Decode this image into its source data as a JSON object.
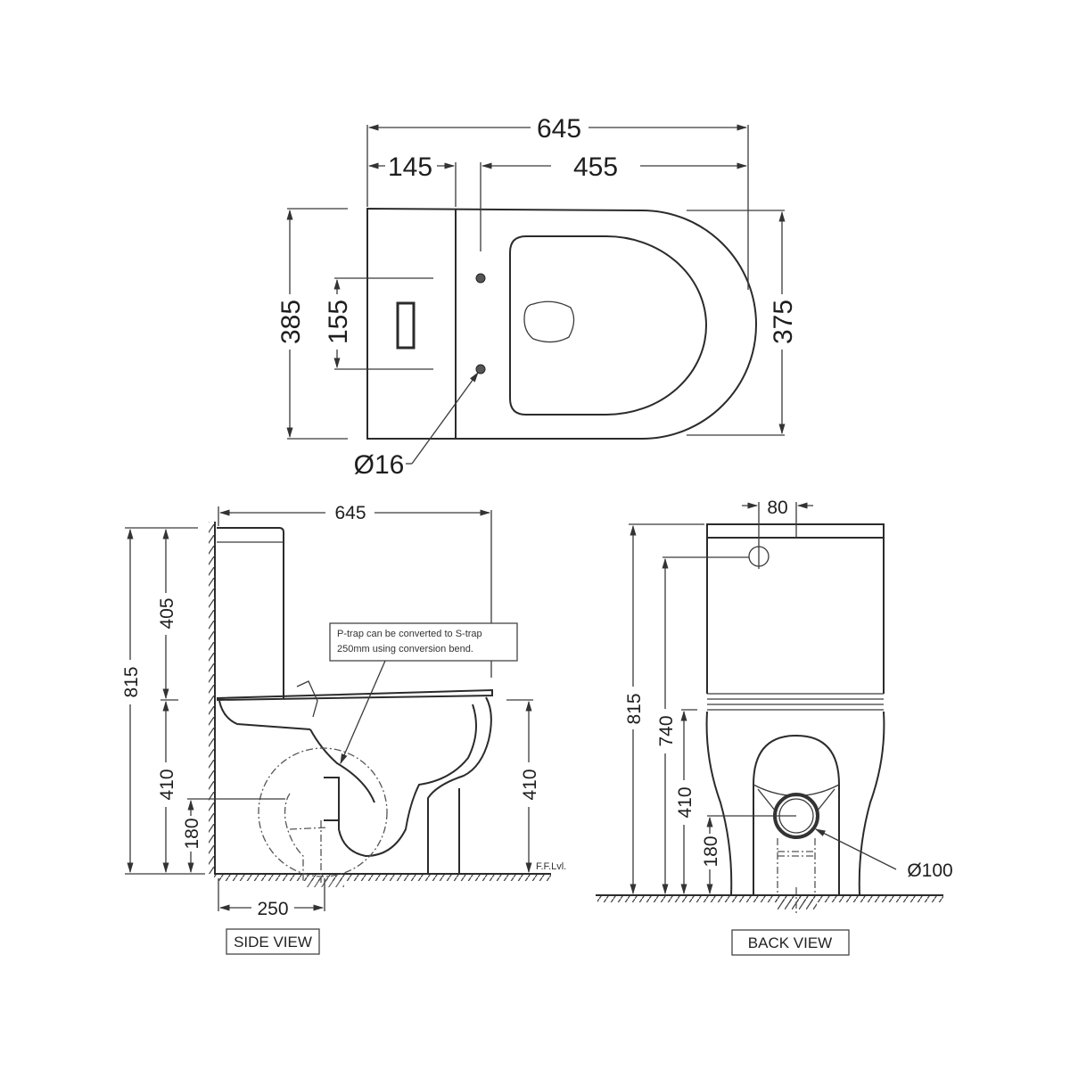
{
  "top_view": {
    "overall_length": "645",
    "tank_depth": "145",
    "hole_to_front": "455",
    "overall_width": "385",
    "hole_spacing": "155",
    "bowl_width": "375",
    "hole_diameter": "Ø16"
  },
  "side_view": {
    "title": "SIDE VIEW",
    "overall_length": "645",
    "overall_height": "815",
    "tank_height": "405",
    "seat_height": "410",
    "seat_height_right": "410",
    "outlet_height": "180",
    "outlet_setback": "250",
    "floor_label": "F.F.Lvl.",
    "note_line1": "P-trap can be converted to S-trap",
    "note_line2": "250mm using conversion bend."
  },
  "back_view": {
    "title": "BACK VIEW",
    "inlet_offset": "80",
    "overall_height": "815",
    "inlet_height": "740",
    "seat_height": "410",
    "outlet_height": "180",
    "outlet_diameter": "Ø100"
  },
  "colors": {
    "line": "#2b2b2b",
    "background": "#ffffff"
  }
}
